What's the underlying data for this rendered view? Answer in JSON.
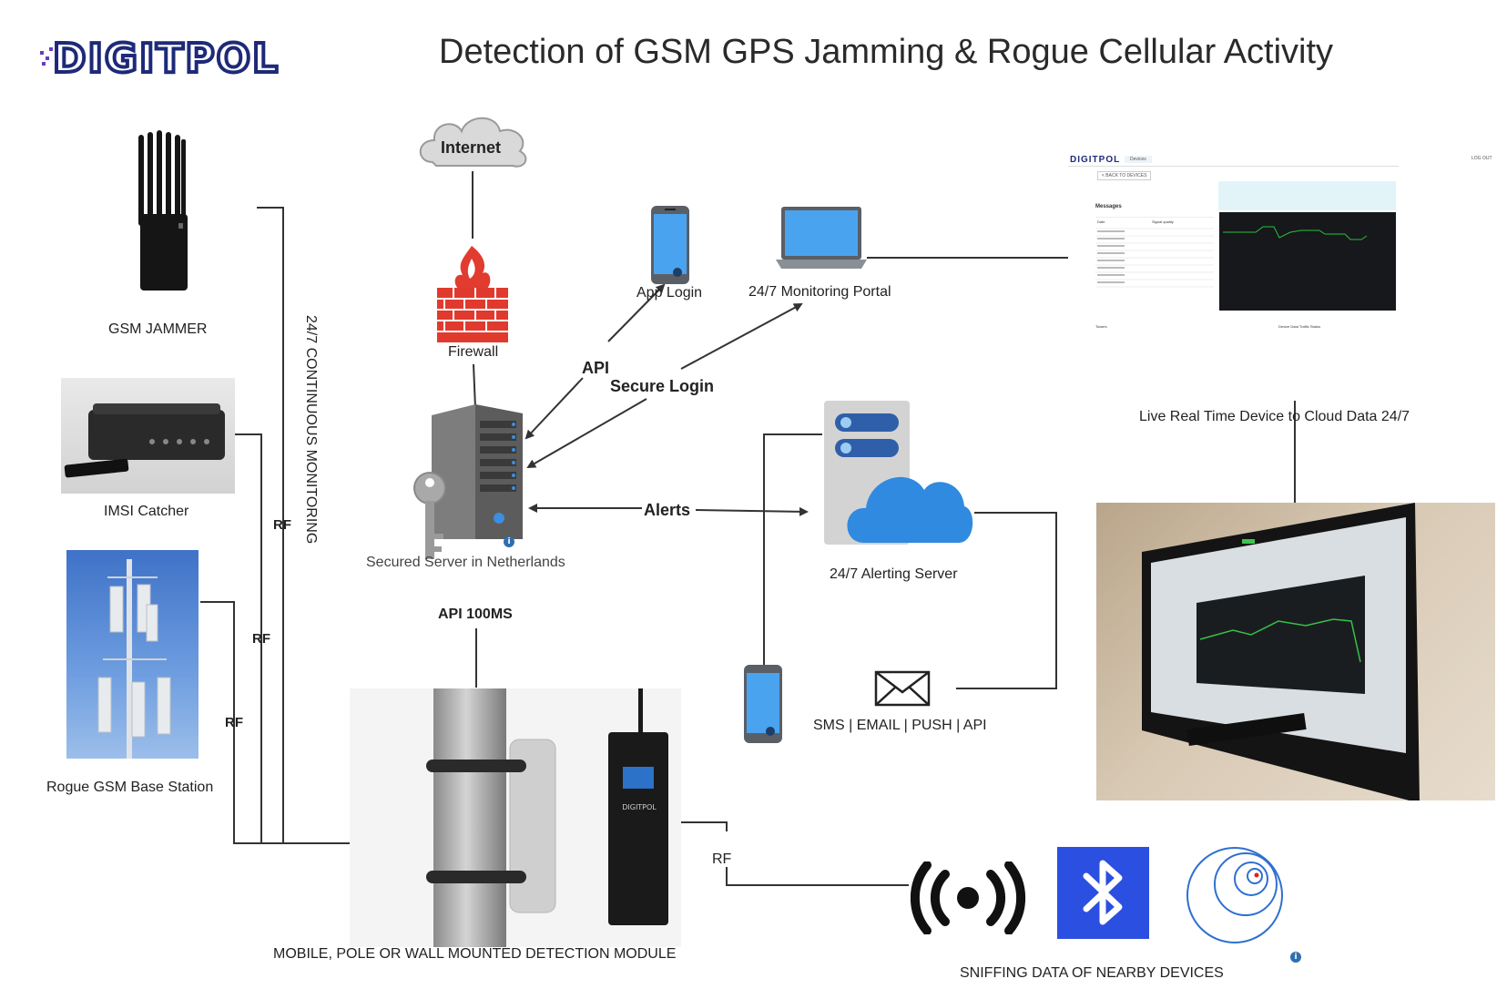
{
  "header": {
    "logo_text": "DIGITPOL",
    "title": "Detection of GSM GPS Jamming & Rogue Cellular Activity"
  },
  "threats": {
    "jammer": "GSM JAMMER",
    "imsi": "IMSI Catcher",
    "base_station": "Rogue GSM Base Station",
    "monitoring": "24/7 CONTINUOUS MONITORING",
    "rf": "RF"
  },
  "network": {
    "internet": "Internet",
    "firewall": "Firewall",
    "server": "Secured Server in Netherlands",
    "app_login": "App Login",
    "portal": "24/7 Monitoring Portal",
    "api": "API",
    "secure_login": "Secure Login",
    "alerts": "Alerts",
    "alerting_server": "24/7 Alerting Server",
    "api_100ms": "API 100MS",
    "notify": "SMS | EMAIL | PUSH | API"
  },
  "dashboard": {
    "caption": "Live Real Time Device to Cloud Data 24/7",
    "logo": "DIGITPOL",
    "tab": "Devices",
    "user": "LOG OUT",
    "back": "< BACK TO DEVICES",
    "messages_heading": "Messages",
    "col_date": "Date",
    "col_signal": "Signal quality",
    "towers": "Towers",
    "traffic": "Device Data Traffic Status"
  },
  "module": {
    "caption": "MOBILE, POLE OR WALL MOUNTED DETECTION MODULE",
    "rf": "RF",
    "device_brand": "DIGITPOL"
  },
  "sniffing": {
    "caption": "SNIFFING DATA OF NEARBY DEVICES"
  },
  "colors": {
    "cloud_blue": "#2f8ae0",
    "firewall_red": "#d9302c",
    "bluetooth_blue": "#2b4fe0",
    "logo_navy": "#1e2a78",
    "logo_purple": "#6a3cc0"
  },
  "icons": [
    "cloud-icon",
    "firewall-icon",
    "server-icon",
    "key-icon",
    "phone-icon",
    "laptop-icon",
    "cloud-server-icon",
    "envelope-icon",
    "broadcast-icon",
    "bluetooth-icon",
    "target-icon",
    "info-icon"
  ]
}
